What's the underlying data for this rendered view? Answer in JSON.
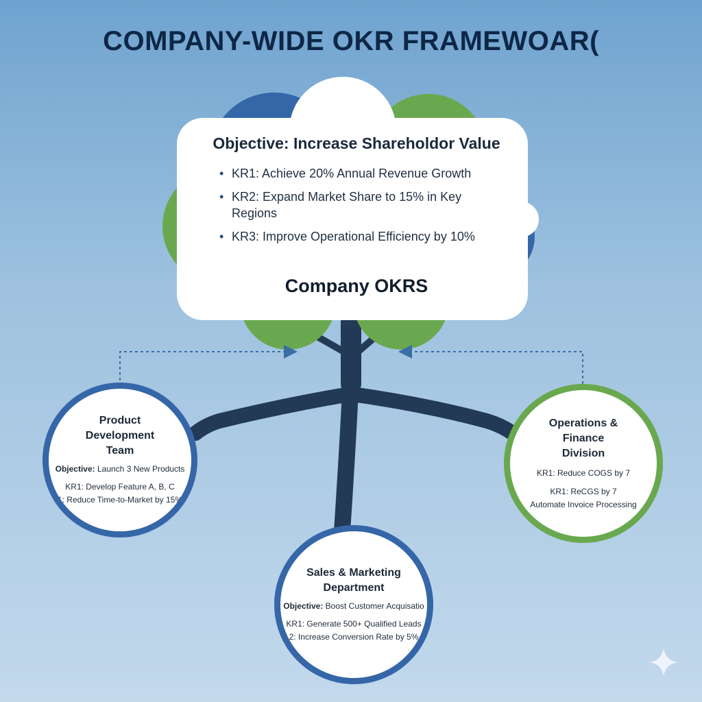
{
  "title": "COMPANY-WIDE OKR FRAMEWOAR(",
  "company": {
    "objective": "Objective: Increase Shareholdor Value",
    "key_results": [
      "KR1: Achieve 20% Annual Revenue Growth",
      "KR2: Expand Market Share to 15% in Key Regions",
      "KR3: Improve Operational Efficiency by 10%"
    ],
    "label": "Company OKRS"
  },
  "teams": [
    {
      "name_lines": [
        "Product",
        "Development",
        "Team"
      ],
      "objective_label": "Objective:",
      "objective_text": "Launch 3 New Products",
      "key_results": [
        "KR1: Develop Feature A, B, C",
        "1: Reduce Time-to-Market by 15%"
      ]
    },
    {
      "name_lines": [
        "Sales & Marketing",
        "Department"
      ],
      "objective_label": "Objective:",
      "objective_text": "Boost Customer Acquisatio",
      "key_results": [
        "KR1: Generate 500+ Qualified Leads",
        "2: Increase Conversion Rate by 5%"
      ]
    },
    {
      "name_lines": [
        "Operations &",
        "Finance",
        "Division"
      ],
      "objective_label": "",
      "objective_text": "",
      "key_results": [
        "KR1: Reduce COGS by 7",
        "KR1: ReCGS by 7",
        "Automate Invoice Processing"
      ]
    }
  ],
  "colors": {
    "trunk": "#223a55",
    "foliage_green": "#6aa84f",
    "foliage_blue": "#3566a8",
    "dotted_arrow": "#3a6ea5"
  }
}
